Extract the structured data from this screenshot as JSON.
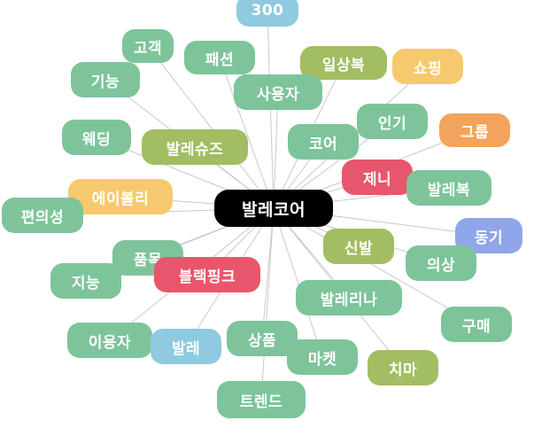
{
  "center": {
    "label": "발레코어",
    "color": "#000000"
  },
  "nodes": [
    {
      "id": "n300",
      "label": "300",
      "color": "#8ecae0"
    },
    {
      "id": "customer",
      "label": "고객",
      "color": "#7dc49b"
    },
    {
      "id": "fashion",
      "label": "패션",
      "color": "#7dc49b"
    },
    {
      "id": "daily-wear",
      "label": "일상복",
      "color": "#a2bd62"
    },
    {
      "id": "shopping",
      "label": "쇼핑",
      "color": "#f7c96e"
    },
    {
      "id": "function",
      "label": "기능",
      "color": "#7dc49b"
    },
    {
      "id": "user",
      "label": "사용자",
      "color": "#7dc49b"
    },
    {
      "id": "popular",
      "label": "인기",
      "color": "#7dc49b"
    },
    {
      "id": "group",
      "label": "그룹",
      "color": "#f2a45a"
    },
    {
      "id": "wedding",
      "label": "웨딩",
      "color": "#7dc49b"
    },
    {
      "id": "ballet-shoes",
      "label": "발레슈즈",
      "color": "#a2bd62"
    },
    {
      "id": "core",
      "label": "코어",
      "color": "#7dc49b"
    },
    {
      "id": "jennie",
      "label": "제니",
      "color": "#e8566c"
    },
    {
      "id": "ballet-wear",
      "label": "발레복",
      "color": "#7dc49b"
    },
    {
      "id": "ei-bolly",
      "label": "에이볼리",
      "color": "#f7c96e"
    },
    {
      "id": "convenience",
      "label": "편의성",
      "color": "#7dc49b"
    },
    {
      "id": "motive",
      "label": "동기",
      "color": "#8fa6ea"
    },
    {
      "id": "shoes",
      "label": "신발",
      "color": "#a2bd62"
    },
    {
      "id": "clothing",
      "label": "의상",
      "color": "#7dc49b"
    },
    {
      "id": "item",
      "label": "품목",
      "color": "#7dc49b"
    },
    {
      "id": "blackpink",
      "label": "블랙핑크",
      "color": "#e8566c"
    },
    {
      "id": "knowledge",
      "label": "지능",
      "color": "#7dc49b"
    },
    {
      "id": "ballerina",
      "label": "발레리나",
      "color": "#7dc49b"
    },
    {
      "id": "purchase",
      "label": "구매",
      "color": "#7dc49b"
    },
    {
      "id": "user2",
      "label": "이용자",
      "color": "#7dc49b"
    },
    {
      "id": "ballet",
      "label": "발레",
      "color": "#8ecae0"
    },
    {
      "id": "product",
      "label": "상품",
      "color": "#7dc49b"
    },
    {
      "id": "market",
      "label": "마켓",
      "color": "#7dc49b"
    },
    {
      "id": "skirt",
      "label": "치마",
      "color": "#a2bd62"
    },
    {
      "id": "trend",
      "label": "트렌드",
      "color": "#7dc49b"
    }
  ]
}
